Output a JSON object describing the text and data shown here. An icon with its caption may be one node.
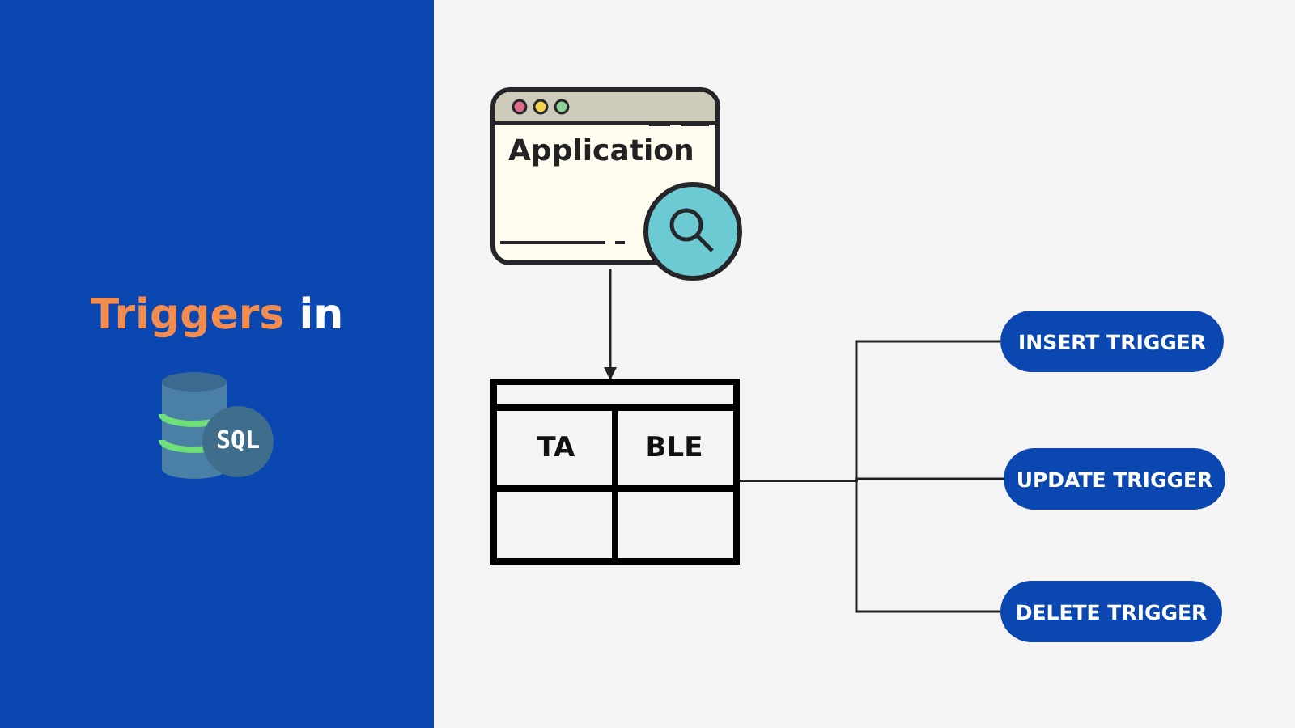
{
  "diagram": {
    "title": "Triggers in",
    "nodes": [
      {
        "text": [
          "Application"
        ]
      },
      {
        "text": [
          "TA",
          "BLE"
        ]
      },
      {
        "text": [
          "INSERT TRIGGER"
        ]
      },
      {
        "text": [
          "UPDATE TRIGGER"
        ]
      },
      {
        "text": [
          "DELETE TRIGGER"
        ]
      }
    ],
    "edges": [
      {
        "from": 0,
        "to": 1,
        "arrow": "to"
      },
      {
        "from": 1,
        "to": 2,
        "arrow": "none"
      },
      {
        "from": 1,
        "to": 3,
        "arrow": "none"
      },
      {
        "from": 1,
        "to": 4,
        "arrow": "none"
      }
    ],
    "labels": [
      "SQL"
    ]
  }
}
